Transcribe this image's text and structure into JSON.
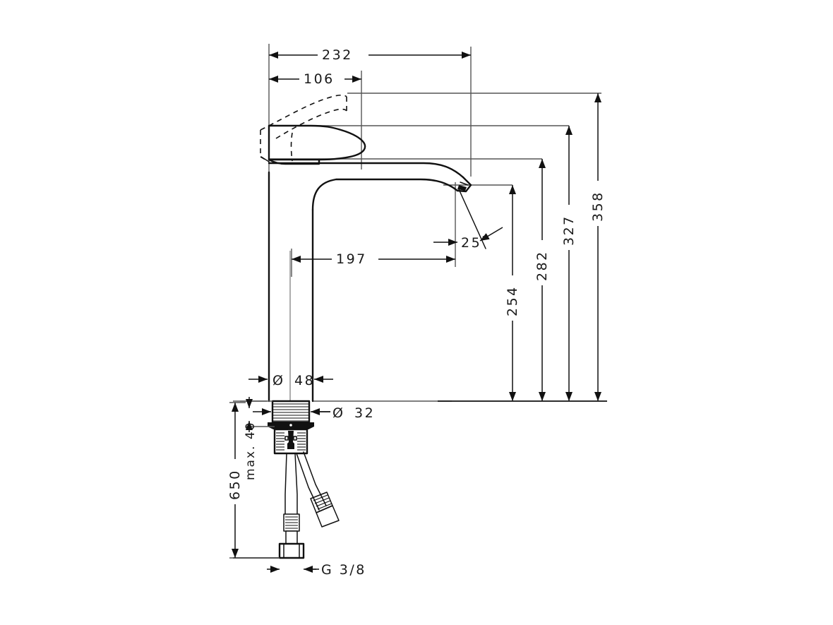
{
  "drawing": {
    "title": "Single lever basin mixer technical dimension drawing",
    "units": "mm",
    "background_color": "#ffffff",
    "line_color": "#111111",
    "extension_line_color": "#555555"
  },
  "dimensions": {
    "horizontal": [
      {
        "id": "dim-232",
        "label": "232",
        "value": 232,
        "orientation": "horizontal",
        "position": "top"
      },
      {
        "id": "dim-106",
        "label": "106",
        "value": 106,
        "orientation": "horizontal",
        "position": "top"
      },
      {
        "id": "dim-197",
        "label": "197",
        "value": 197,
        "orientation": "horizontal",
        "position": "middle"
      }
    ],
    "vertical": [
      {
        "id": "dim-254",
        "label": "254",
        "value": 254,
        "orientation": "vertical",
        "position": "right"
      },
      {
        "id": "dim-282",
        "label": "282",
        "value": 282,
        "orientation": "vertical",
        "position": "right"
      },
      {
        "id": "dim-327",
        "label": "327",
        "value": 327,
        "orientation": "vertical",
        "position": "right"
      },
      {
        "id": "dim-358",
        "label": "358",
        "value": 358,
        "orientation": "vertical",
        "position": "right"
      },
      {
        "id": "dim-650",
        "label": "650",
        "value": 650,
        "orientation": "vertical",
        "position": "left-lower"
      },
      {
        "id": "dim-max40",
        "label": "max. 40",
        "value": 40,
        "orientation": "vertical",
        "position": "left-lower"
      }
    ],
    "diameters": [
      {
        "id": "dim-d48",
        "symbol": "Ø",
        "label": "48",
        "value": 48
      },
      {
        "id": "dim-d32",
        "symbol": "Ø",
        "label": "32",
        "value": 32
      }
    ],
    "angles": [
      {
        "id": "dim-angle-25",
        "label": "25°",
        "value": 25,
        "unit": "degrees"
      }
    ],
    "threads": [
      {
        "id": "dim-g38",
        "label": "G 3/8",
        "value": "G 3/8"
      }
    ]
  },
  "labels": {
    "d232": "232",
    "d106": "106",
    "d197": "197",
    "d254": "254",
    "d282": "282",
    "d327": "327",
    "d358": "358",
    "d650": "650",
    "dmax40": "max. 40",
    "diam_symbol": "Ø",
    "d48": "48",
    "d32": "32",
    "angle25": "25",
    "degree_symbol": "°",
    "thread_g38": "G 3/8"
  },
  "components": [
    {
      "name": "lever-handle",
      "description": "Single lever handle shown in lowered position with dashed raised position"
    },
    {
      "name": "spout",
      "description": "Curved tall spout with aerator outlet"
    },
    {
      "name": "aerator",
      "description": "Outlet aerator at spout tip"
    },
    {
      "name": "body-column",
      "description": "Tall cylindrical body column, diameter 48"
    },
    {
      "name": "threaded-shank",
      "description": "Threaded mounting shank, diameter 32"
    },
    {
      "name": "mounting-nut",
      "description": "Mounting nut and washer assembly below counter"
    },
    {
      "name": "flexible-hose",
      "description": "Two flexible supply hoses with G 3/8 connection"
    },
    {
      "name": "counter-surface",
      "description": "Mounting surface reference line"
    }
  ]
}
